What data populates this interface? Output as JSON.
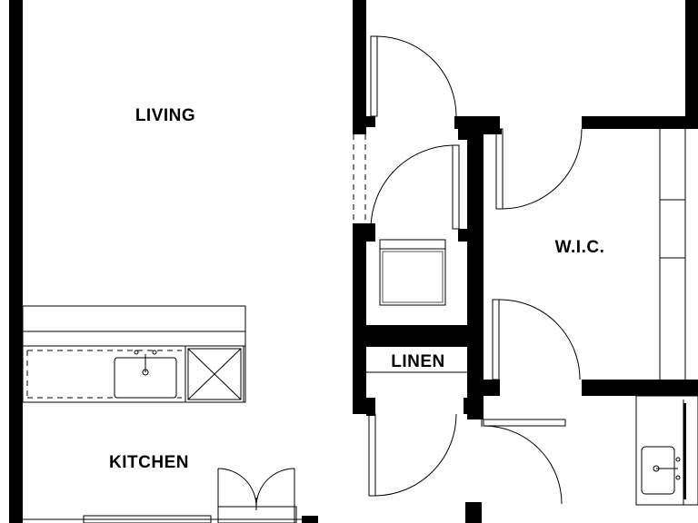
{
  "plan": {
    "rooms": {
      "living": "LIVING",
      "kitchen": "KITCHEN",
      "wic": "W.I.C.",
      "linen": "LINEN"
    },
    "colors": {
      "wall": "#000000",
      "line": "#000000",
      "background": "#ffffff"
    },
    "fixtures": [
      "kitchen-sink-icon",
      "dishwasher-icon",
      "bathroom-sink-icon",
      "washer-dryer-icon"
    ]
  }
}
